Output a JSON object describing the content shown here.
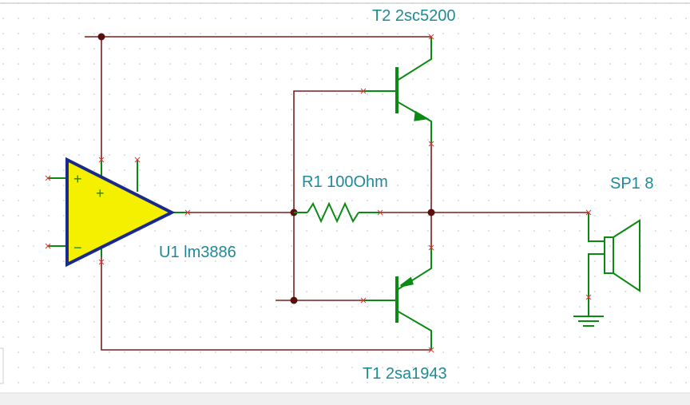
{
  "components": {
    "opamp": {
      "ref": "U1",
      "value": "lm3886",
      "pin_plus": "+",
      "pin_minus": "−",
      "pin_plus_inner": "+"
    },
    "transistor_top": {
      "ref": "T2",
      "value": "2sc5200"
    },
    "transistor_bottom": {
      "ref": "T1",
      "value": "2sa1943"
    },
    "resistor": {
      "ref": "R1",
      "value": "100Ohm"
    },
    "speaker": {
      "ref": "SP1",
      "value": "8"
    }
  },
  "labels": {
    "t2": "T2 2sc5200",
    "t1": "T1 2sa1943",
    "r1": "R1 100Ohm",
    "u1": "U1 lm3886",
    "sp1": "SP1 8"
  },
  "colors": {
    "wire": "#7a1f1f",
    "component": "#0a8a12",
    "opamp_fill": "#f5f000",
    "opamp_outline": "#1a2a8a",
    "label": "#1f8a97",
    "pin_marker": "#e03434",
    "grid_dot": "#bdbdbd"
  }
}
